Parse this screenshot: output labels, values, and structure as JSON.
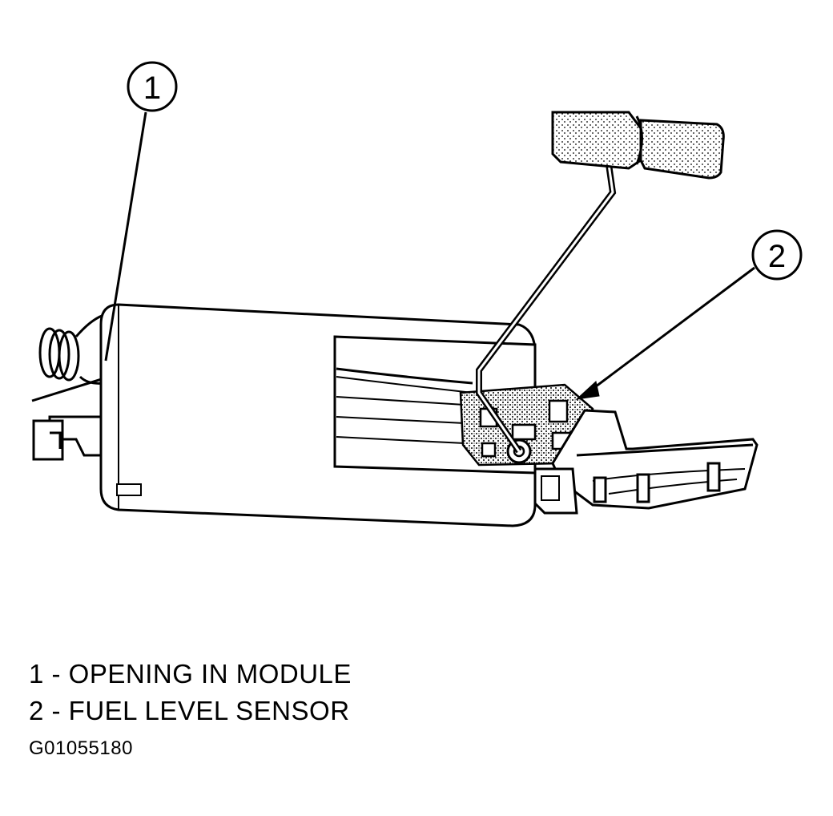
{
  "callouts": [
    {
      "number": "1"
    },
    {
      "number": "2"
    }
  ],
  "legend": [
    {
      "text": "1 - OPENING IN MODULE"
    },
    {
      "text": "2 - FUEL LEVEL SENSOR"
    }
  ],
  "figure_code": "G01055180"
}
